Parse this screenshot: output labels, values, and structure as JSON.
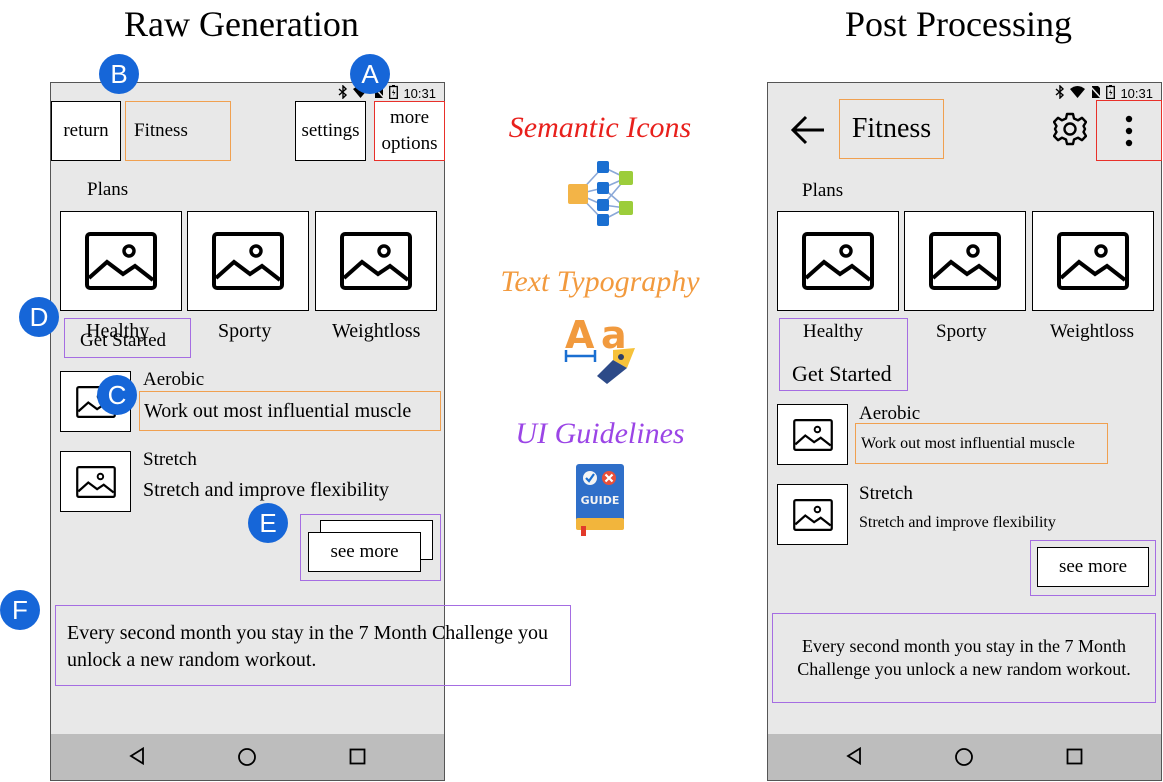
{
  "headings": {
    "left": "Raw Generation",
    "right": "Post Processing"
  },
  "status": {
    "time": "10:31"
  },
  "raw": {
    "return_label": "return",
    "title": "Fitness",
    "settings_label": "settings",
    "more_options_label": "more options",
    "plans_label": "Plans",
    "plans": [
      "Healthy",
      "Sporty",
      "Weightloss"
    ],
    "get_started": "Get Started",
    "list": [
      {
        "title": "Aerobic",
        "subtitle": "Work out most influential muscle"
      },
      {
        "title": "Stretch",
        "subtitle": "Stretch and improve flexibility"
      }
    ],
    "see_more": "see more",
    "challenge_text": "Every second month you stay in the 7 Month Challenge you unlock a new random workout."
  },
  "post": {
    "title": "Fitness",
    "plans_label": "Plans",
    "plans": [
      "Healthy",
      "Sporty",
      "Weightloss"
    ],
    "get_started": "Get Started",
    "list": [
      {
        "title": "Aerobic",
        "subtitle": "Work out most influential muscle"
      },
      {
        "title": "Stretch",
        "subtitle": "Stretch and improve flexibility"
      }
    ],
    "see_more": "see more",
    "challenge_text": "Every second month you stay in the 7 Month Challenge you unlock a new random workout."
  },
  "badges": [
    "A",
    "B",
    "C",
    "D",
    "E",
    "F"
  ],
  "legend": [
    {
      "label": "Semantic Icons",
      "color": "#e8201c",
      "icon": "network-graph-icon"
    },
    {
      "label": "Text Typography",
      "color": "#f29a3e",
      "icon": "typography-pen-icon"
    },
    {
      "label": "UI Guidelines",
      "color": "#9b45e6",
      "icon": "guide-book-icon"
    }
  ],
  "colors": {
    "orange": "#f0a050",
    "red": "#e8302a",
    "purple": "#a56de2",
    "badge": "#1666d8",
    "screen": "#e8e8e8",
    "navbar": "#bdbdbd"
  }
}
